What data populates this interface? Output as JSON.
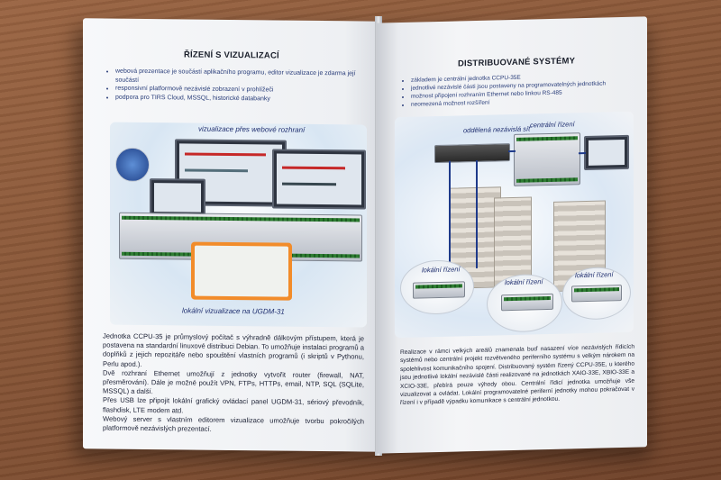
{
  "left_page": {
    "heading": "ŘÍZENÍ S VIZUALIZACÍ",
    "bullets": [
      "webová prezentace je součástí aplikačního programu, editor vizualizace je zdarma její součástí",
      "responsivní platformově nezávislé zobrazení v prohlížeči",
      "podpora pro TIRS Cloud, MSSQL, historické databanky"
    ],
    "caption_top": "vizualizace přes webové rozhraní",
    "caption_bottom": "lokální vizualizace na UGDM-31",
    "paragraphs": [
      "Jednotka CCPU-35 je průmyslový počítač s výhradně dálkovým přístupem, která je postavena na standardní linuxové distribuci Debian. To umožňuje instalaci programů a doplňků z jejich repozitáře nebo spouštění vlastních programů (i skriptů v Pythonu, Perlu apod.).",
      "Dvě rozhraní Ethernet umožňují z jednotky vytvořit router (firewall, NAT, přesměrování). Dále je možné použít VPN, FTPs, HTTPs, email, NTP, SQL (SQLite, MSSQL) a další.",
      "Přes USB lze připojit lokální grafický ovládací panel UGDM-31, sériový převodník, flashdisk, LTE modem atd.",
      "Webový server s vlastním editorem vizualizace umožňuje tvorbu pokročilých platformově nezávislých prezentací."
    ]
  },
  "right_page": {
    "heading": "DISTRIBUOVANÉ SYSTÉMY",
    "bullets": [
      "základem je centrální jednotka CCPU-35E",
      "jednotlivé nezávislé části jsou postaveny na programovatelných jednotkách",
      "možnost připojení rozhraním Ethernet nebo linkou RS-485",
      "neomezená možnost rozšíření"
    ],
    "labels": {
      "network": "oddělená nezávislá síť",
      "central": "centrální řízení",
      "local_1": "lokální řízení",
      "local_2": "lokální řízení",
      "local_3": "lokální řízení"
    },
    "paragraph": "Realizace v rámci velkých areálů znamenala buď nasazení více nezávislých řídicích systémů nebo centrální projekt rozvětveného periferního systému s velkým nárokem na spolehlivost komunikačního spojení. Distribuovaný systém řízený CCPU-35E, u kterého jsou jednotlivé lokální nezávislé části realizované na jednotkách XAIO-33E, XBIO-33E a XCIO-33E, přebírá pouze výhody obou. Centrální řídicí jednotka umožňuje vše vizualizovat a ovládat. Lokální programovatelné periferní jednotky mohou pokračovat v řízení i v případě výpadku komunikace s centrální jednotkou."
  },
  "colors": {
    "table": "#8b5a3a",
    "paper": "#f5f6f8",
    "accent_text": "#2a3e7a",
    "heading": "#1a1f2b"
  },
  "icons": [
    "globe-network-icon",
    "monitor-icon",
    "laptop-icon",
    "ethernet-switch-icon",
    "controller-unit-icon"
  ]
}
